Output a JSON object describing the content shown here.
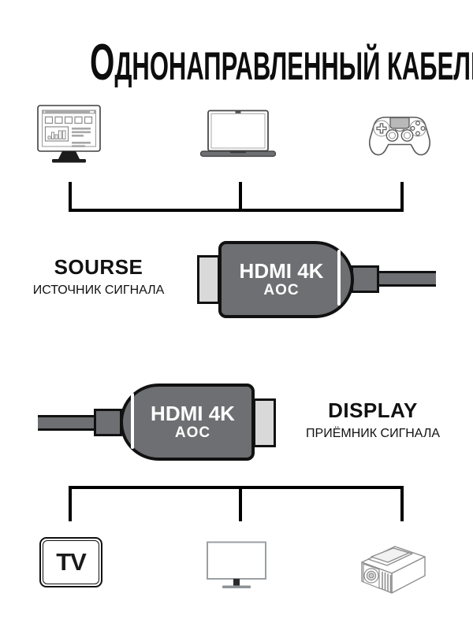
{
  "title": {
    "initial": "О",
    "rest": "ДНОНАПРАВЛЕННЫЙ КАБЕЛЬ"
  },
  "source_section": {
    "label": "SOURSE",
    "sublabel": "ИСТОЧНИК СИГНАЛА",
    "devices": [
      {
        "name": "desktop-computer"
      },
      {
        "name": "laptop"
      },
      {
        "name": "game-controller"
      }
    ]
  },
  "display_section": {
    "label": "DISPLAY",
    "sublabel": "ПРИЁМНИК СИГНАЛА",
    "devices": [
      {
        "name": "tv",
        "label": "TV"
      },
      {
        "name": "monitor"
      },
      {
        "name": "projector"
      }
    ]
  },
  "connectors": {
    "source_plug": {
      "line1": "HDMI 4K",
      "line2": "AOC"
    },
    "display_plug": {
      "line1": "HDMI 4K",
      "line2": "AOC"
    }
  },
  "colors": {
    "connector_body": "#6d6f72",
    "connector_tip": "#d9d9d9",
    "outline": "#111111",
    "text_on_connector": "#ffffff"
  }
}
